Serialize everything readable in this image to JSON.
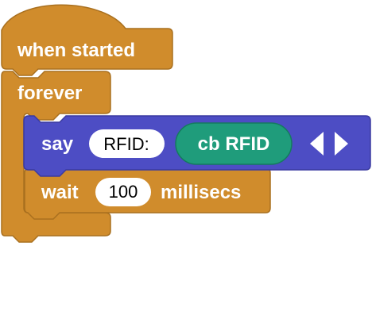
{
  "hat_block": {
    "label": "when started",
    "color": "#D08C2C",
    "border_color": "#A9701F"
  },
  "forever_block": {
    "label": "forever",
    "color": "#D08C2C",
    "border_color": "#A9701F"
  },
  "say_block": {
    "label": "say",
    "color": "#4D4DC4",
    "border_color": "#3A3AA0",
    "text_input": {
      "value": "RFID:"
    },
    "reporter": {
      "label": "cb RFID",
      "color": "#1F9C7B",
      "border_color": "#157A5F"
    },
    "expand_arrows": {
      "left_icon": "triangle-left-icon",
      "right_icon": "triangle-right-icon"
    }
  },
  "wait_block": {
    "label_before": "wait",
    "value": "100",
    "label_after": "millisecs",
    "color": "#D08C2C",
    "border_color": "#A9701F"
  }
}
